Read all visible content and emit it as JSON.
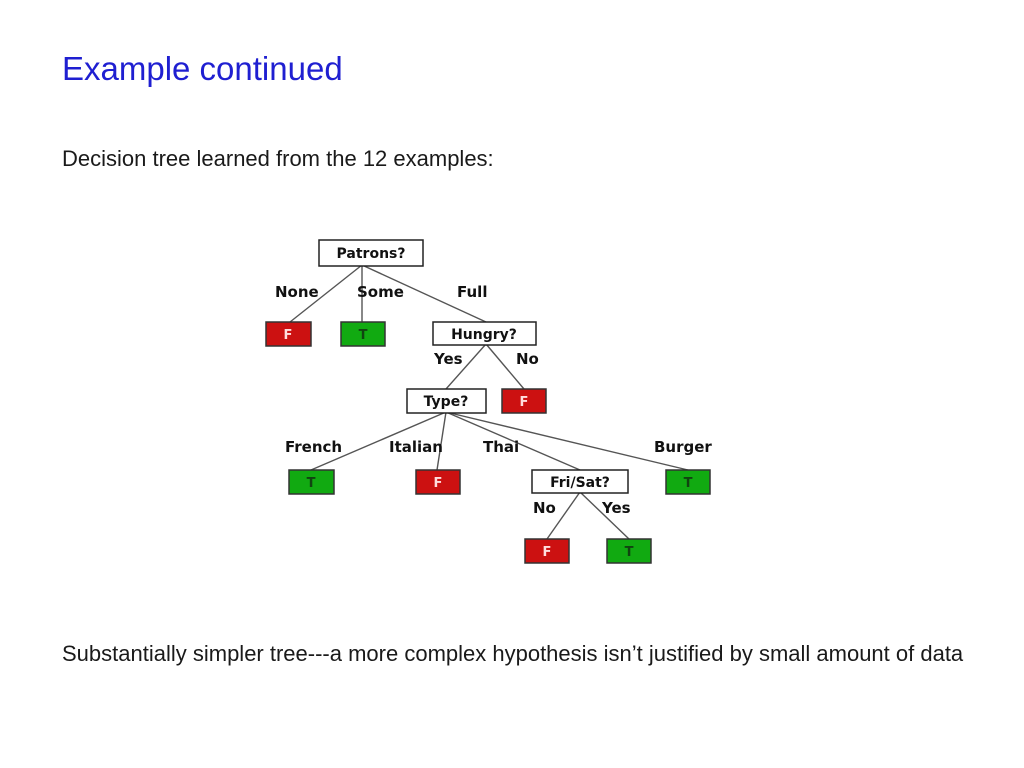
{
  "slide": {
    "title": "Example continued",
    "subtitle": "Decision tree learned from the 12 examples:",
    "caption": "Substantially simpler tree---a more complex hypothesis isn’t justified by small amount of data"
  },
  "colors": {
    "title": "#1f1fd1",
    "false_leaf": "#cc1111",
    "true_leaf": "#11aa11",
    "false_text": "#ffdddd",
    "true_text": "#114411"
  },
  "tree": {
    "nodes": {
      "patrons": "Patrons?",
      "hungry": "Hungry?",
      "type": "Type?",
      "frisat": "Fri/Sat?"
    },
    "edge_labels": {
      "patrons_none": "None",
      "patrons_some": "Some",
      "patrons_full": "Full",
      "hungry_yes": "Yes",
      "hungry_no": "No",
      "type_french": "French",
      "type_italian": "Italian",
      "type_thai": "Thai",
      "type_burger": "Burger",
      "frisat_no": "No",
      "frisat_yes": "Yes"
    },
    "leaves": {
      "none": "F",
      "some": "T",
      "hungry_no": "F",
      "french": "T",
      "italian": "F",
      "burger": "T",
      "frisat_no": "F",
      "frisat_yes": "T"
    }
  }
}
